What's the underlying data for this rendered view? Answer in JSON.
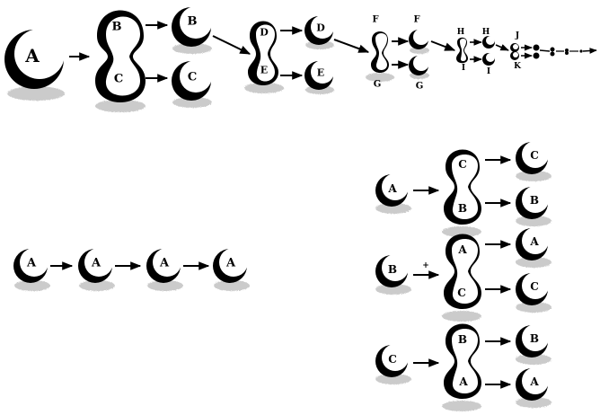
{
  "top_sequence": {
    "start": "A",
    "split1": {
      "upper": "B",
      "lower": "C"
    },
    "result1": {
      "upper": "B",
      "lower": "C"
    },
    "split2": {
      "upper": "D",
      "lower": "E"
    },
    "result2": {
      "upper": "D",
      "lower": "E"
    },
    "split3": {
      "upper": "F",
      "lower": "G"
    },
    "result3": {
      "upper": "F",
      "lower": "G"
    },
    "split4": {
      "upper": "H",
      "lower": "I"
    },
    "result4": {
      "upper": "H",
      "lower": "I"
    },
    "split5": {
      "upper": "J",
      "lower": "K"
    }
  },
  "left_sequence": [
    "A",
    "A",
    "A",
    "A"
  ],
  "right_rows": [
    {
      "start": "A",
      "upper": "C",
      "lower": "B",
      "out_upper": "C",
      "out_lower": "B"
    },
    {
      "start": "B",
      "mark": "+",
      "upper": "A",
      "lower": "C",
      "out_upper": "A",
      "out_lower": "C"
    },
    {
      "start": "C",
      "upper": "B",
      "lower": "A",
      "out_upper": "B",
      "out_lower": "A"
    }
  ]
}
